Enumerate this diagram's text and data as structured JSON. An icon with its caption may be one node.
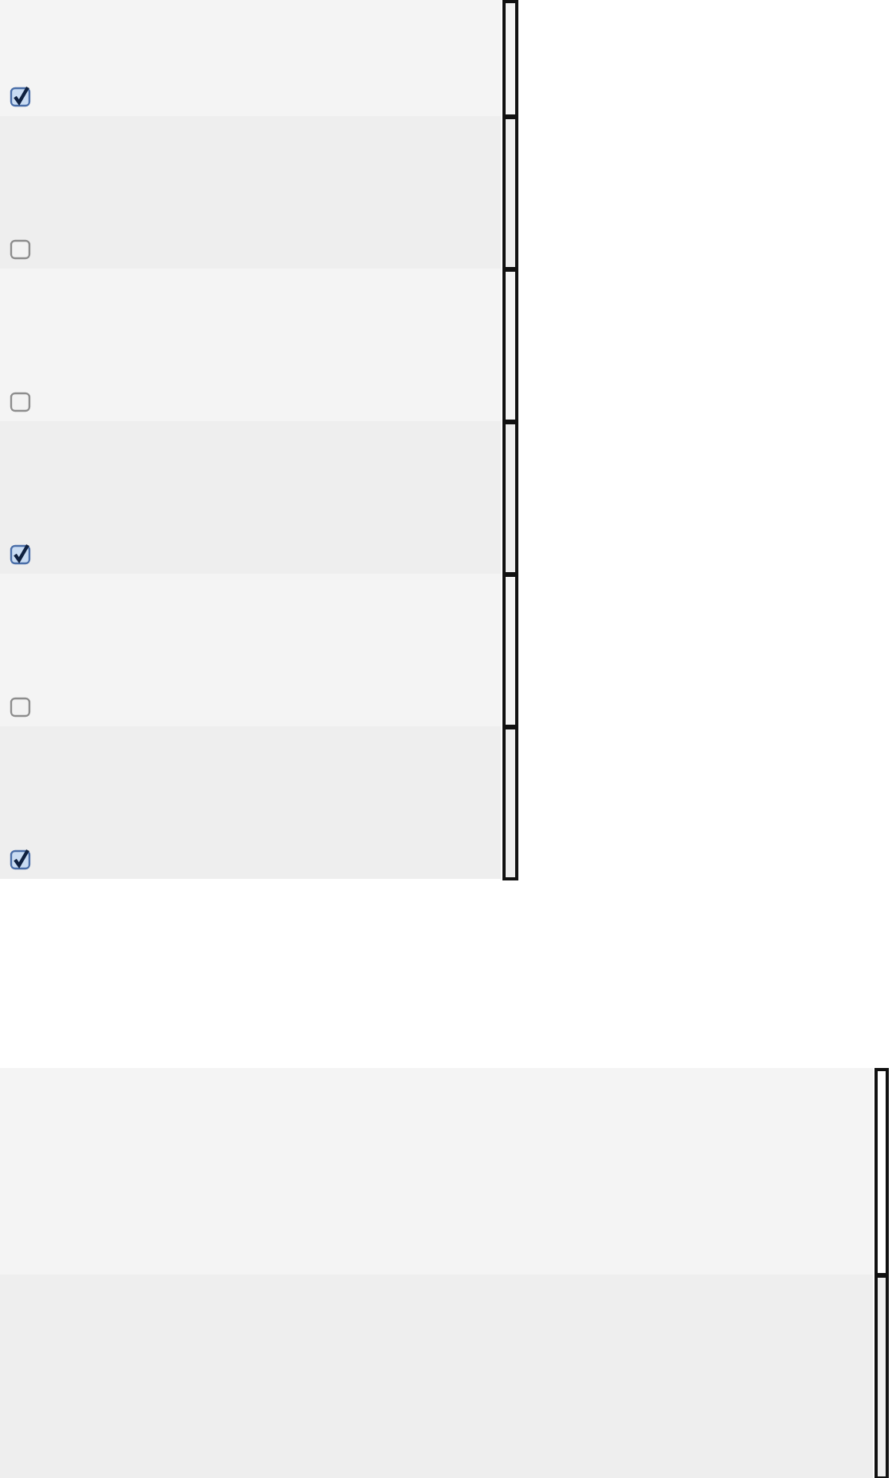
{
  "diagram": {
    "nodes": [
      {
        "text": [],
        "shape": "box"
      },
      {
        "text": [],
        "shape": "checkmark",
        "in": 0
      },
      {
        "text": [],
        "shape": "box"
      },
      {
        "text": [],
        "shape": "checkbox",
        "in": 2
      },
      {
        "text": [],
        "shape": "box"
      },
      {
        "text": [],
        "shape": "checkbox",
        "in": 4
      },
      {
        "text": [],
        "shape": "box"
      },
      {
        "text": [],
        "shape": "checkmark",
        "in": 6
      },
      {
        "text": [],
        "shape": "box"
      },
      {
        "text": [],
        "shape": "checkbox",
        "in": 8
      },
      {
        "text": [],
        "shape": "box"
      },
      {
        "text": [],
        "shape": "checkmark",
        "in": 10
      },
      {
        "text": [],
        "shape": "box"
      },
      {
        "text": [],
        "shape": "box"
      }
    ]
  }
}
